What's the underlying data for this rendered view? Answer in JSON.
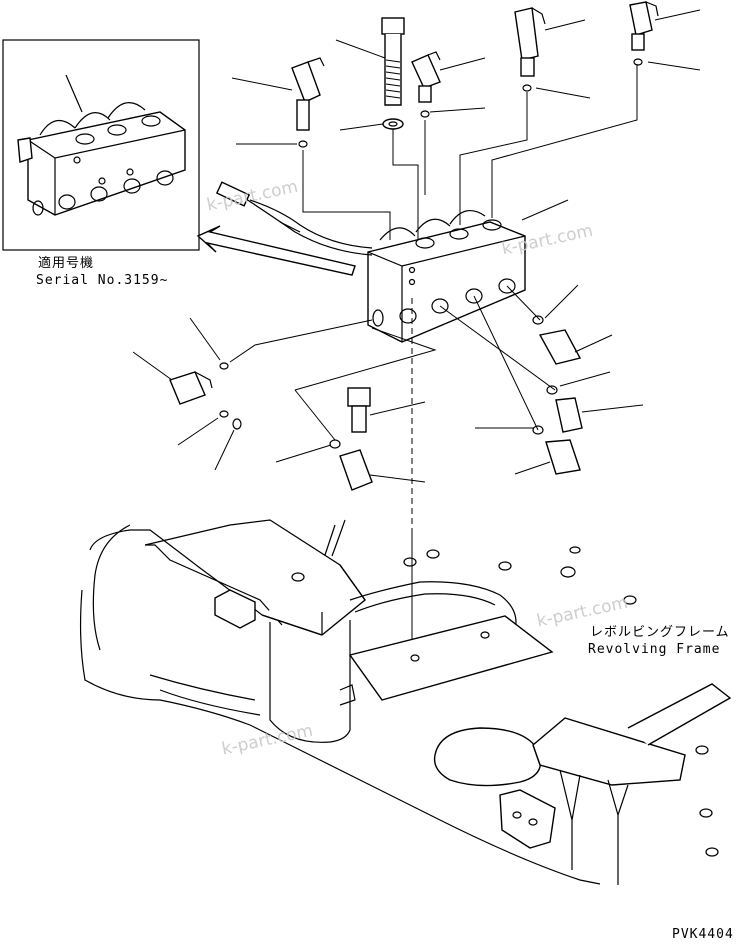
{
  "inset": {
    "applicable_label": "適用号機",
    "serial_label": "Serial No.3159~"
  },
  "frame_label": {
    "japanese": "レボルビングフレーム",
    "english": "Revolving Frame"
  },
  "drawing_code": "PVK4404",
  "watermarks": [
    "k-part.com",
    "k-part.com",
    "k-part.com",
    "k-part.com"
  ]
}
